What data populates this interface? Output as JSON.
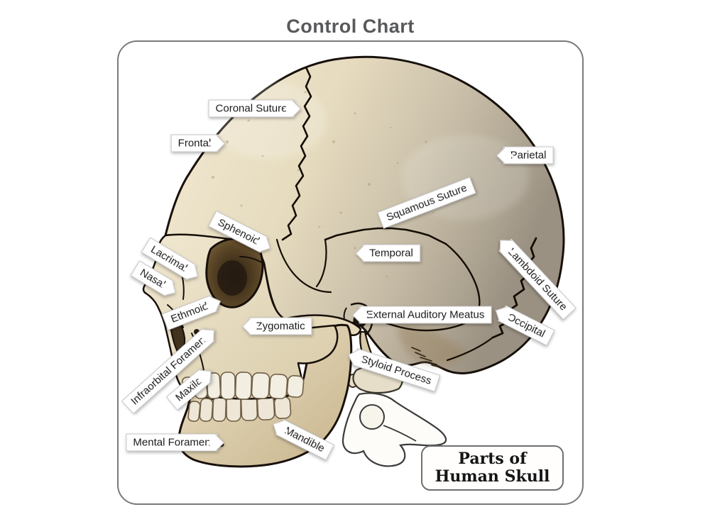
{
  "title": "Control Chart",
  "labels": {
    "coronal_suture": "Coronal Suture",
    "frontal": "Frontal",
    "parietal": "Parietal",
    "squamous_suture": "Squamous Suture",
    "temporal": "Temporal",
    "lambdoid_suture": "Lambdoid Suture",
    "occipital": "Occipital",
    "sphenoid": "Sphenoid",
    "lacrimal": "Lacrimal",
    "nasal": "Nasal",
    "ethmoid": "Ethmoid",
    "zygomatic": "Zygomatic",
    "external_auditory_meatus": "External Auditory Meatus",
    "styloid_process": "Styloid Process",
    "infraorbital_foramen": "Infraorbital Foramen",
    "maxila": "Maxila",
    "mental_foramen": "Mental Foramen",
    "mandible": "Mandible"
  },
  "legend_box": {
    "line1": "Parts of",
    "line2": "Human Skull"
  },
  "colors": {
    "title_text": "#58595b",
    "frame_border": "#7a7a7a",
    "bone_light": "#f0e7d0",
    "bone_mid": "#d9cbaa",
    "bone_shadow": "#a59b8a",
    "outline": "#17100a",
    "label_background": "#ffffff",
    "label_border": "#c6c6c6",
    "label_text": "#1b1b1b"
  }
}
